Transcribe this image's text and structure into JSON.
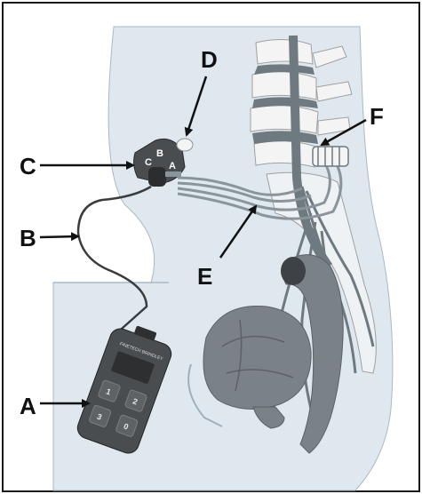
{
  "callouts": {
    "A": "A",
    "B": "B",
    "C": "C",
    "D": "D",
    "E": "E",
    "F": "F"
  },
  "stimulator": {
    "letter_a": "A",
    "letter_b": "B",
    "letter_c": "C"
  },
  "controller": {
    "brand_text": "FINETECH BRINDLEY",
    "key_1": "1",
    "key_2": "2",
    "key_3": "3",
    "key_4": "0"
  },
  "colors": {
    "border": "#1a1a1a",
    "body_fill": "#dfe8ee",
    "skin_outline": "#9fb0bc",
    "nerve": "#6f7980",
    "bone": "#f4f4f4",
    "organ": "#7b8287",
    "device": "#4a4d50"
  }
}
